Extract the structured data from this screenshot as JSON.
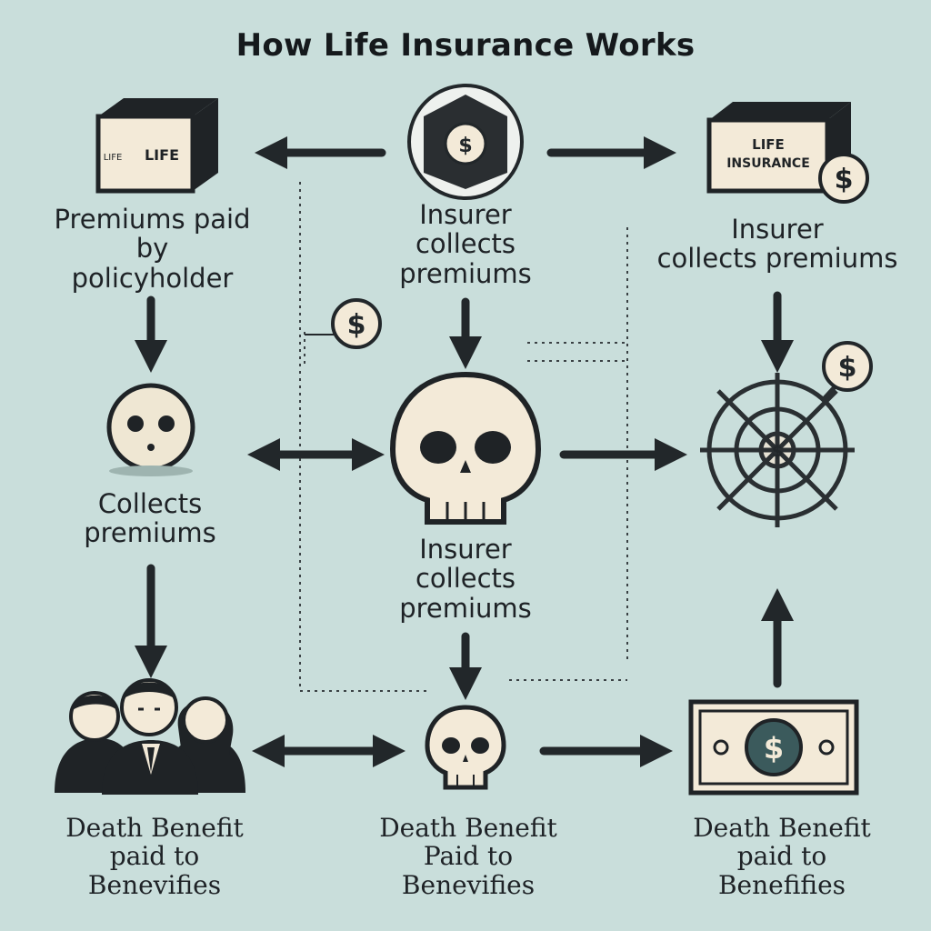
{
  "title": "How Life Insurance Works",
  "labels": {
    "premiums_paid": "Premiums paid\nby\npolicyholder",
    "insurer_collects_top": "Insurer\ncollects\npremiums",
    "insurer_collects_right": "Insurer\ncollects premiums",
    "collects_premiums": "Collects\npremiums",
    "insurer_collects_mid": "Insurer\ncollects\npremiums",
    "death_benefit_left": "Death Benefit\npaid to\nBenevifies",
    "death_benefit_mid": "Death Benefit\nPaid to\nBenevifies",
    "death_benefit_right": "Death Benefit\npaid to\nBenefifies"
  },
  "icon_text": {
    "box_left": "LIFE",
    "box_left_side": "LIFE",
    "box_right": "LIFE\nINSURANCE",
    "dollar": "$"
  },
  "colors": {
    "background": "#c9dedb",
    "ink": "#1f2326",
    "cream": "#f3ead8",
    "dashed": "#3a4144"
  }
}
